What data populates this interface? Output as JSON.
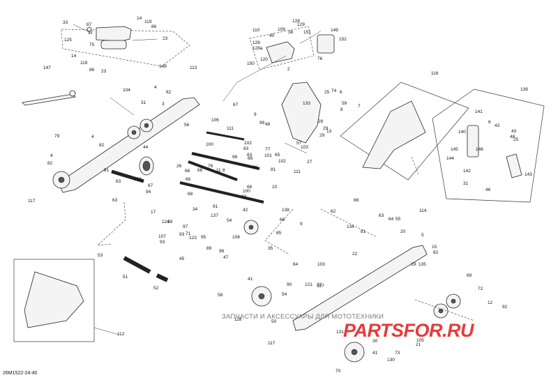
{
  "diagram": {
    "code": "26M1522-24-40",
    "watermark_text": "ЗАПЧАСТИ И АКСЕССУАРЫ ДЛЯ МОТОТЕХНИКИ",
    "watermark_logo": "PARTSFOR.RU",
    "callouts": [
      {
        "id": "33",
        "t": "33"
      },
      {
        "id": "87",
        "t": "87"
      },
      {
        "id": "14a",
        "t": "14"
      },
      {
        "id": "119a",
        "t": "119"
      },
      {
        "id": "86a",
        "t": "86"
      },
      {
        "id": "37",
        "t": "37"
      },
      {
        "id": "75",
        "t": "75"
      },
      {
        "id": "125",
        "t": "125"
      },
      {
        "id": "23a",
        "t": "23"
      },
      {
        "id": "14b",
        "t": "14"
      },
      {
        "id": "119b",
        "t": "119"
      },
      {
        "id": "86b",
        "t": "86"
      },
      {
        "id": "23b",
        "t": "23"
      },
      {
        "id": "148",
        "t": "148"
      },
      {
        "id": "110",
        "t": "110"
      },
      {
        "id": "109",
        "t": "109"
      },
      {
        "id": "40",
        "t": "40"
      },
      {
        "id": "38",
        "t": "38"
      },
      {
        "id": "128a",
        "t": "128"
      },
      {
        "id": "129",
        "t": "129"
      },
      {
        "id": "151",
        "t": "151"
      },
      {
        "id": "149",
        "t": "149"
      },
      {
        "id": "128b",
        "t": "128"
      },
      {
        "id": "128c",
        "t": "128a"
      },
      {
        "id": "152",
        "t": "152"
      },
      {
        "id": "120",
        "t": "120"
      },
      {
        "id": "2",
        "t": "2"
      },
      {
        "id": "150",
        "t": "150"
      },
      {
        "id": "76",
        "t": "76"
      },
      {
        "id": "147",
        "t": "147"
      },
      {
        "id": "113",
        "t": "113"
      },
      {
        "id": "104",
        "t": "104"
      },
      {
        "id": "4a",
        "t": "4"
      },
      {
        "id": "82a",
        "t": "82"
      },
      {
        "id": "3",
        "t": "3"
      },
      {
        "id": "31a",
        "t": "31"
      },
      {
        "id": "67",
        "t": "67"
      },
      {
        "id": "25",
        "t": "25"
      },
      {
        "id": "74",
        "t": "74"
      },
      {
        "id": "6a",
        "t": "6"
      },
      {
        "id": "133",
        "t": "133"
      },
      {
        "id": "59",
        "t": "59"
      },
      {
        "id": "7",
        "t": "7"
      },
      {
        "id": "8a",
        "t": "8"
      },
      {
        "id": "99",
        "t": "99"
      },
      {
        "id": "48",
        "t": "48"
      },
      {
        "id": "9a",
        "t": "9"
      },
      {
        "id": "116",
        "t": "116"
      },
      {
        "id": "139",
        "t": "139"
      },
      {
        "id": "141",
        "t": "141"
      },
      {
        "id": "6b",
        "t": "6"
      },
      {
        "id": "43a",
        "t": "43"
      },
      {
        "id": "140",
        "t": "140"
      },
      {
        "id": "43b",
        "t": "43"
      },
      {
        "id": "48b",
        "t": "48"
      },
      {
        "id": "25b",
        "t": "25"
      },
      {
        "id": "145",
        "t": "145"
      },
      {
        "id": "146",
        "t": "146"
      },
      {
        "id": "144",
        "t": "144"
      },
      {
        "id": "142",
        "t": "142"
      },
      {
        "id": "31b",
        "t": "31"
      },
      {
        "id": "143",
        "t": "143"
      },
      {
        "id": "46",
        "t": "46"
      },
      {
        "id": "56",
        "t": "56"
      },
      {
        "id": "106",
        "t": "106"
      },
      {
        "id": "111a",
        "t": "111"
      },
      {
        "id": "28",
        "t": "28"
      },
      {
        "id": "29a",
        "t": "29"
      },
      {
        "id": "13",
        "t": "13"
      },
      {
        "id": "29b",
        "t": "29"
      },
      {
        "id": "57",
        "t": "57"
      },
      {
        "id": "103",
        "t": "103"
      },
      {
        "id": "77",
        "t": "77"
      },
      {
        "id": "101",
        "t": "101"
      },
      {
        "id": "65",
        "t": "65"
      },
      {
        "id": "27",
        "t": "27"
      },
      {
        "id": "79",
        "t": "79"
      },
      {
        "id": "4b",
        "t": "4"
      },
      {
        "id": "82b",
        "t": "82"
      },
      {
        "id": "44",
        "t": "44"
      },
      {
        "id": "4c",
        "t": "4"
      },
      {
        "id": "82c",
        "t": "82"
      },
      {
        "id": "100a",
        "t": "100"
      },
      {
        "id": "102a",
        "t": "102"
      },
      {
        "id": "83a",
        "t": "83"
      },
      {
        "id": "98",
        "t": "98"
      },
      {
        "id": "66a",
        "t": "66"
      },
      {
        "id": "83b",
        "t": "83"
      },
      {
        "id": "81a",
        "t": "81"
      },
      {
        "id": "102b",
        "t": "102"
      },
      {
        "id": "26",
        "t": "26"
      },
      {
        "id": "66b",
        "t": "66"
      },
      {
        "id": "66c",
        "t": "66"
      },
      {
        "id": "78",
        "t": "78"
      },
      {
        "id": "11",
        "t": "11"
      },
      {
        "id": "8b",
        "t": "8"
      },
      {
        "id": "66d",
        "t": "66"
      },
      {
        "id": "111b",
        "t": "111"
      },
      {
        "id": "117a",
        "t": "117"
      },
      {
        "id": "81b",
        "t": "81"
      },
      {
        "id": "63a",
        "t": "63"
      },
      {
        "id": "122",
        "t": "122"
      },
      {
        "id": "67b",
        "t": "67"
      },
      {
        "id": "94",
        "t": "94"
      },
      {
        "id": "66e",
        "t": "66"
      },
      {
        "id": "66f",
        "t": "66"
      },
      {
        "id": "10",
        "t": "10"
      },
      {
        "id": "100b",
        "t": "100"
      },
      {
        "id": "63b",
        "t": "63"
      },
      {
        "id": "68",
        "t": "68"
      },
      {
        "id": "91",
        "t": "91"
      },
      {
        "id": "23c",
        "t": "23"
      },
      {
        "id": "34",
        "t": "34"
      },
      {
        "id": "42",
        "t": "42"
      },
      {
        "id": "17",
        "t": "17"
      },
      {
        "id": "138",
        "t": "138"
      },
      {
        "id": "54",
        "t": "54"
      },
      {
        "id": "137",
        "t": "137"
      },
      {
        "id": "39",
        "t": "39"
      },
      {
        "id": "124",
        "t": "124"
      },
      {
        "id": "97",
        "t": "97"
      },
      {
        "id": "66g",
        "t": "66"
      },
      {
        "id": "85",
        "t": "85"
      },
      {
        "id": "71",
        "t": "71"
      },
      {
        "id": "93",
        "t": "93"
      },
      {
        "id": "107",
        "t": "107"
      },
      {
        "id": "123",
        "t": "123"
      },
      {
        "id": "95",
        "t": "95"
      },
      {
        "id": "9b",
        "t": "9"
      },
      {
        "id": "96",
        "t": "96"
      },
      {
        "id": "89",
        "t": "89"
      },
      {
        "id": "47",
        "t": "47"
      },
      {
        "id": "108",
        "t": "108"
      },
      {
        "id": "93b",
        "t": "93"
      },
      {
        "id": "45",
        "t": "45"
      },
      {
        "id": "35",
        "t": "35"
      },
      {
        "id": "53",
        "t": "53"
      },
      {
        "id": "62",
        "t": "62"
      },
      {
        "id": "88",
        "t": "88"
      },
      {
        "id": "114",
        "t": "114"
      },
      {
        "id": "134",
        "t": "134"
      },
      {
        "id": "63c",
        "t": "63"
      },
      {
        "id": "64a",
        "t": "64"
      },
      {
        "id": "55",
        "t": "55"
      },
      {
        "id": "81c",
        "t": "81"
      },
      {
        "id": "20",
        "t": "20"
      },
      {
        "id": "15",
        "t": "15"
      },
      {
        "id": "82d",
        "t": "82"
      },
      {
        "id": "5",
        "t": "5"
      },
      {
        "id": "135",
        "t": "135"
      },
      {
        "id": "22",
        "t": "22"
      },
      {
        "id": "64b",
        "t": "64"
      },
      {
        "id": "103b",
        "t": "103"
      },
      {
        "id": "19",
        "t": "19"
      },
      {
        "id": "51",
        "t": "51"
      },
      {
        "id": "52",
        "t": "52"
      },
      {
        "id": "41a",
        "t": "41"
      },
      {
        "id": "58",
        "t": "58"
      },
      {
        "id": "121",
        "t": "121"
      },
      {
        "id": "90",
        "t": "90"
      },
      {
        "id": "32",
        "t": "32"
      },
      {
        "id": "127",
        "t": "127"
      },
      {
        "id": "69",
        "t": "69"
      },
      {
        "id": "72",
        "t": "72"
      },
      {
        "id": "12",
        "t": "12"
      },
      {
        "id": "92",
        "t": "92"
      },
      {
        "id": "118",
        "t": "118"
      },
      {
        "id": "50",
        "t": "50"
      },
      {
        "id": "54b",
        "t": "54"
      },
      {
        "id": "117b",
        "t": "117"
      },
      {
        "id": "131",
        "t": "131"
      },
      {
        "id": "105",
        "t": "105"
      },
      {
        "id": "21",
        "t": "21"
      },
      {
        "id": "112",
        "t": "112"
      },
      {
        "id": "30",
        "t": "30"
      },
      {
        "id": "41b",
        "t": "41"
      },
      {
        "id": "130",
        "t": "130"
      },
      {
        "id": "70",
        "t": "70"
      },
      {
        "id": "73",
        "t": "73"
      }
    ]
  }
}
